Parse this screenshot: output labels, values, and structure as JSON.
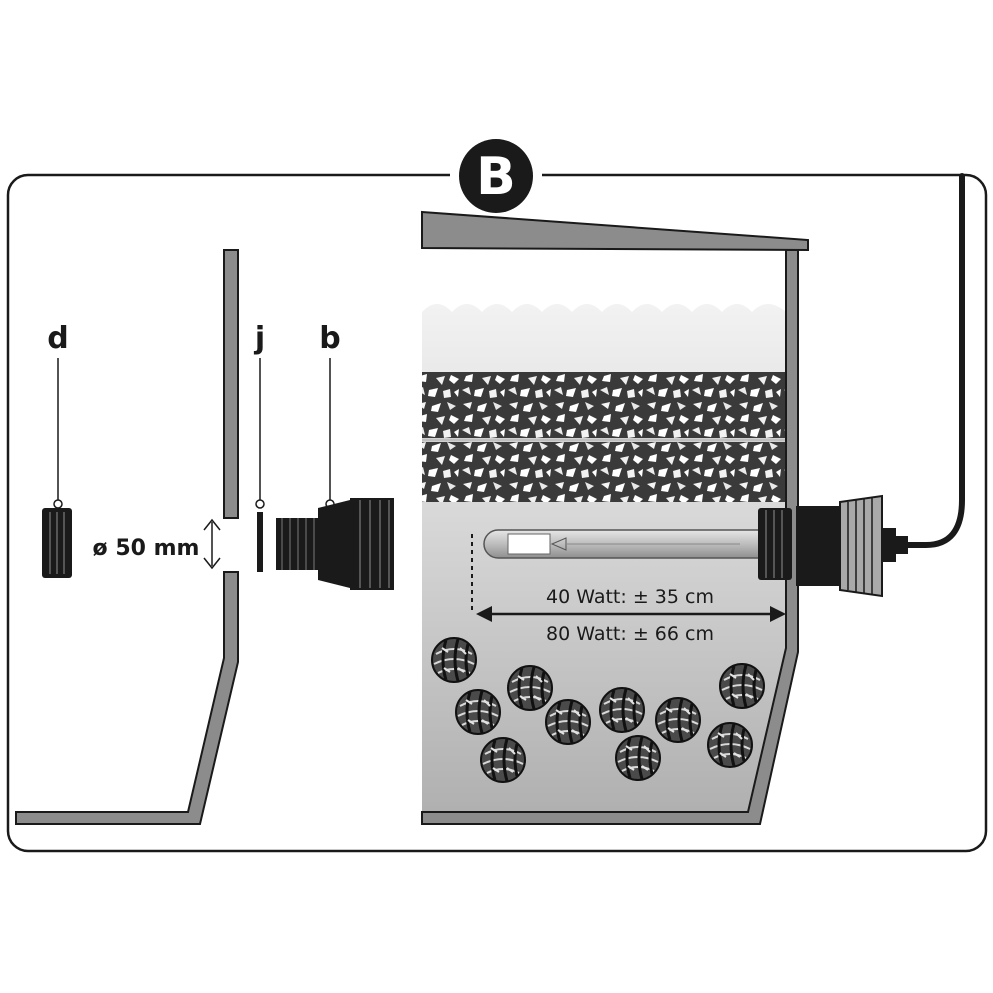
{
  "panel": {
    "badge": "B"
  },
  "labels": {
    "d": "d",
    "j": "j",
    "b": "b"
  },
  "diameter": "ø 50 mm",
  "lamp": {
    "line1": "40 Watt: ± 35 cm",
    "line2": "80 Watt: ± 66 cm"
  },
  "colors": {
    "outline": "#1a1a1a",
    "wall": "#8c8c8c",
    "water_top": "#ececec",
    "water_bottom": "#b4b4b4",
    "gravel": "#3d3d3d",
    "fitting": "#222222",
    "cap_grey": "#a9a9a9"
  },
  "icons": [
    "filter-bio-ball-icon",
    "uv-lamp-tube-icon",
    "gravel-layer-icon"
  ]
}
